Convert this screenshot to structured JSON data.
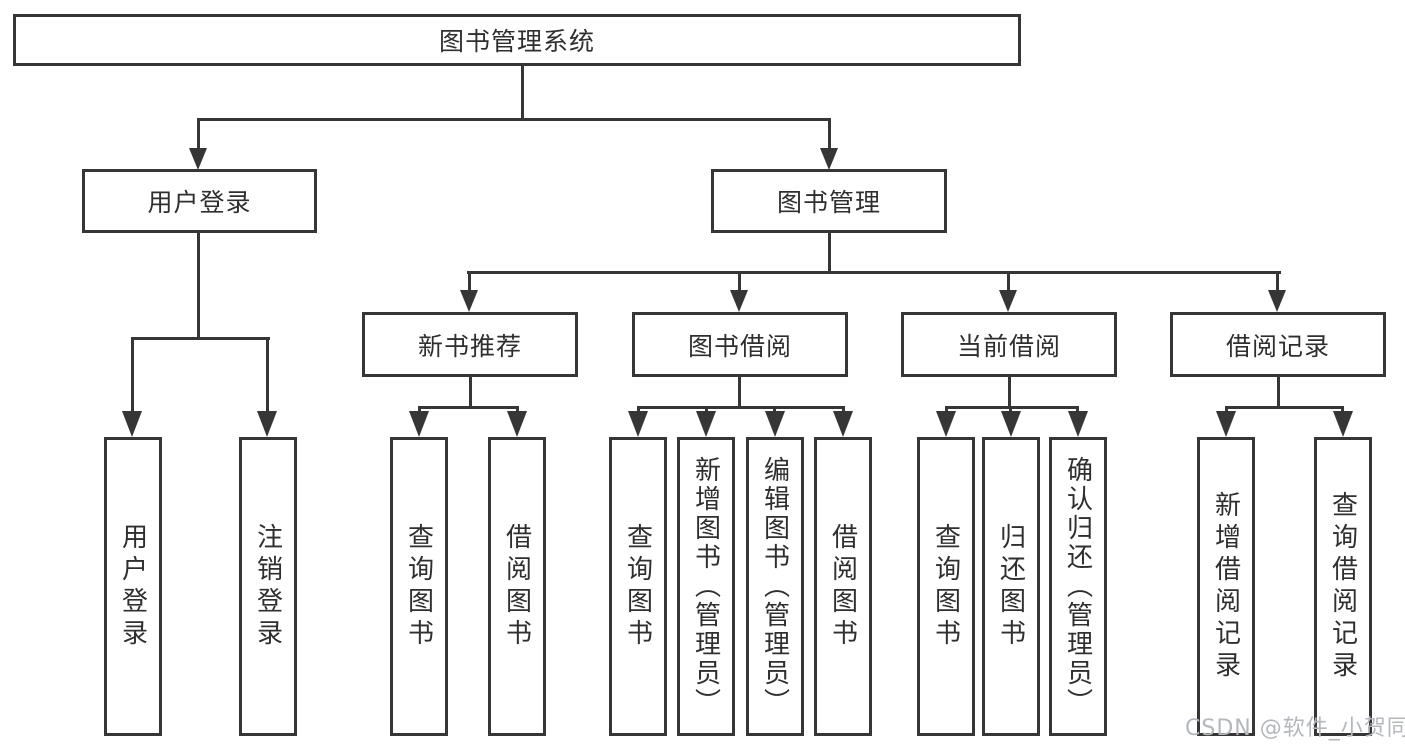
{
  "title": {
    "label": "图书管理系统"
  },
  "level2": {
    "user_login": {
      "label": "用户登录"
    },
    "book_management": {
      "label": "图书管理"
    }
  },
  "level3": {
    "new_book_recommend": {
      "label": "新书推荐"
    },
    "book_borrow": {
      "label": "图书借阅"
    },
    "current_borrow": {
      "label": "当前借阅"
    },
    "borrow_record": {
      "label": "借阅记录"
    }
  },
  "leaves": {
    "user_login": {
      "label": "用户登录"
    },
    "logout": {
      "label": "注销登录"
    },
    "recommend_query_books": {
      "label": "查询图书"
    },
    "recommend_borrow_books": {
      "label": "借阅图书"
    },
    "borrow_query_books": {
      "label": "查询图书"
    },
    "borrow_add_books": {
      "label": "新增图书（管理员）"
    },
    "borrow_edit_books": {
      "label": "编辑图书（管理员）"
    },
    "borrow_borrow_books": {
      "label": "借阅图书"
    },
    "current_query_books": {
      "label": "查询图书"
    },
    "current_return_books": {
      "label": "归还图书"
    },
    "current_confirm_return": {
      "label": "确认归还（管理员）"
    },
    "record_add": {
      "label": "新增借阅记录"
    },
    "record_query": {
      "label": "查询借阅记录"
    }
  },
  "watermark": {
    "label": "CSDN @软件_小贺同学"
  },
  "colors": {
    "line": "#363636",
    "text": "#2f2f2f",
    "background": "#ffffff",
    "watermark": "#b4b8bd"
  }
}
